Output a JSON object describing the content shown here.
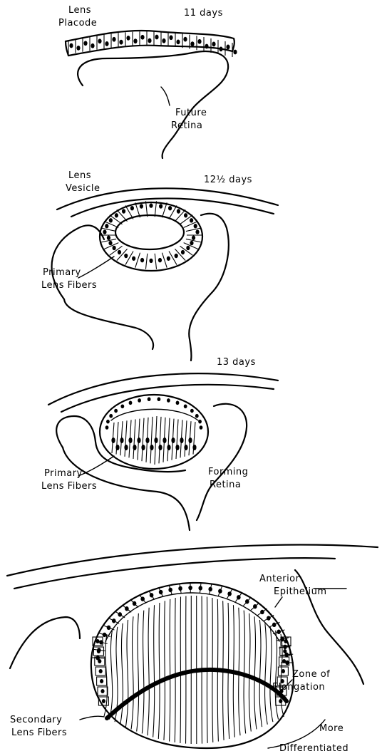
{
  "panels": [
    {
      "stage": "11 days",
      "labels": [
        "Lens Placode",
        "Future Retina"
      ]
    },
    {
      "stage": "12½ days",
      "labels": [
        "Lens Vesicle",
        "Primary Lens Fibers"
      ]
    },
    {
      "stage": "13 days",
      "labels": [
        "Primary Lens Fibers",
        "Forming Retina"
      ]
    },
    {
      "stage": "",
      "labels": [
        "Anterior Epithelium",
        "Zone of Elongation",
        "Secondary Lens Fibers",
        "More Differentiated"
      ]
    }
  ],
  "text": {
    "p1_lens": "Lens",
    "p1_placode": "Placode",
    "p1_days": "11 days",
    "p1_future": "Future",
    "p1_retina": "Retina",
    "p2_lens": "Lens",
    "p2_vesicle": "Vesicle",
    "p2_days": "12½ days",
    "p2_primary": "Primary",
    "p2_lensfibers": "Lens Fibers",
    "p3_days": "13 days",
    "p3_primary": "Primary",
    "p3_lensfibers": "Lens Fibers",
    "p3_forming": "Forming",
    "p3_retina": "Retina",
    "p4_anterior": "Anterior",
    "p4_epithelium": "Epithelium",
    "p4_zone": "Zone of",
    "p4_elongation": "Elongation",
    "p4_secondary": "Secondary",
    "p4_lensfibers": "Lens Fibers",
    "p4_more": "More",
    "p4_differentiated": "Differentiated"
  }
}
